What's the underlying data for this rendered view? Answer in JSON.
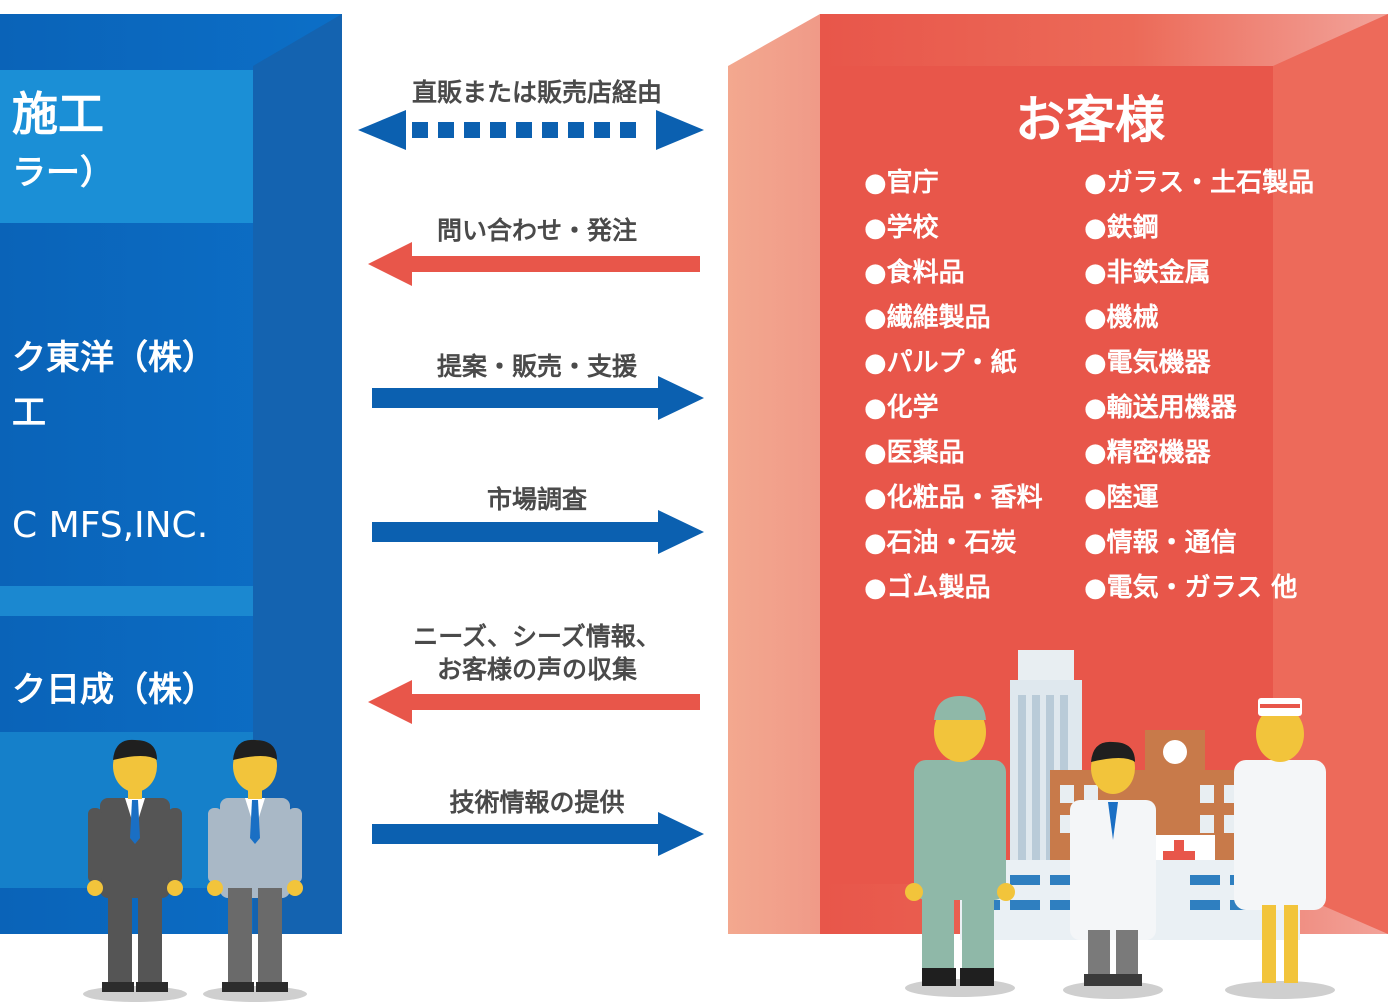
{
  "colors": {
    "blue_dark": "#0b5fb3",
    "blue_light": "#1b8fd6",
    "blue_arrow": "#0b60b0",
    "red_main": "#e8564a",
    "red_light": "#f2a590",
    "red_arrow": "#e8564a",
    "label_gray": "#4a4a4a"
  },
  "left": {
    "line1": "施工",
    "line2": "ラー）",
    "line3": "ク東洋（株）",
    "line4": "工",
    "line5": "C MFS,INC.",
    "line6": "ク日成（株）"
  },
  "arrows": [
    {
      "label": "直販または販売店経由",
      "direction": "both",
      "style": "dashed",
      "color": "blue"
    },
    {
      "label": "問い合わせ・発注",
      "direction": "left",
      "style": "solid",
      "color": "red"
    },
    {
      "label": "提案・販売・支援",
      "direction": "right",
      "style": "solid",
      "color": "blue"
    },
    {
      "label": "市場調査",
      "direction": "right",
      "style": "solid",
      "color": "blue"
    },
    {
      "label": "ニーズ、シーズ情報、",
      "label2": "お客様の声の収集",
      "direction": "left",
      "style": "solid",
      "color": "red"
    },
    {
      "label": "技術情報の提供",
      "direction": "right",
      "style": "solid",
      "color": "blue"
    }
  ],
  "customers": {
    "title": "お客様",
    "col1": [
      "●官庁",
      "●学校",
      "●食料品",
      "●繊維製品",
      "●パルプ・紙",
      "●化学",
      "●医薬品",
      "●化粧品・香料",
      "●石油・石炭",
      "●ゴム製品"
    ],
    "col2": [
      "●ガラス・土石製品",
      "●鉄鋼",
      "●非鉄金属",
      "●機械",
      "●電気機器",
      "●輸送用機器",
      "●精密機器",
      "●陸運",
      "●情報・通信",
      "●電気・ガラス 他"
    ]
  },
  "icons": [
    "businessman-icon",
    "worker-icon",
    "factory-worker-icon",
    "doctor-icon",
    "nurse-icon",
    "city-buildings-icon"
  ]
}
